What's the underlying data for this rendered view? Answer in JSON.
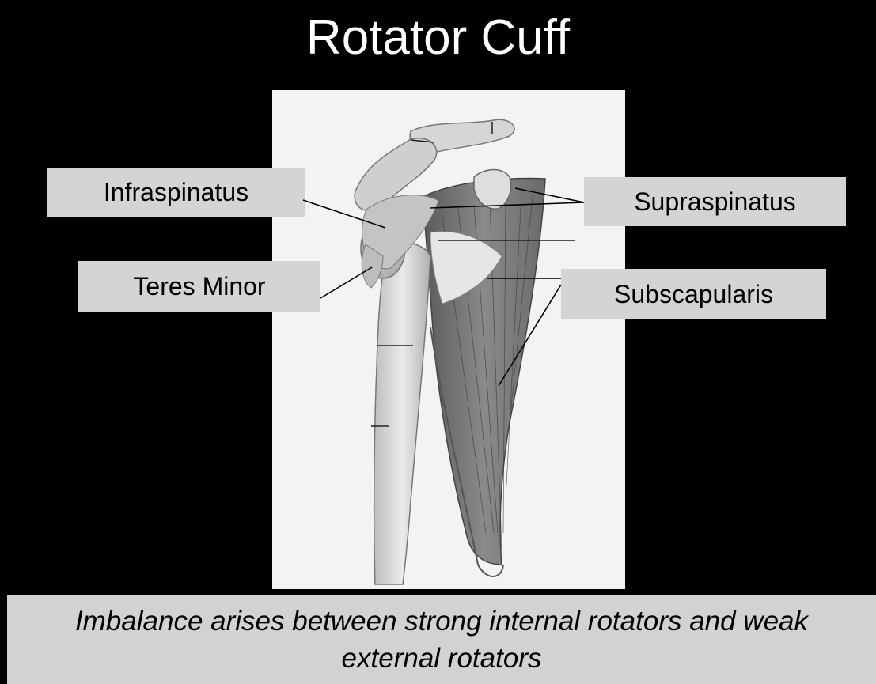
{
  "slide": {
    "title": "Rotator Cuff",
    "caption": "Imbalance arises between strong internal rotators and weak external rotators"
  },
  "labels": {
    "infraspinatus": "Infraspinatus",
    "supraspinatus": "Supraspinatus",
    "teres_minor": "Teres Minor",
    "subscapularis": "Subscapularis"
  },
  "colors": {
    "background": "#000000",
    "label_box": "#d4d4d4",
    "caption_box": "#d2d2d2",
    "title_text": "#ffffff"
  }
}
